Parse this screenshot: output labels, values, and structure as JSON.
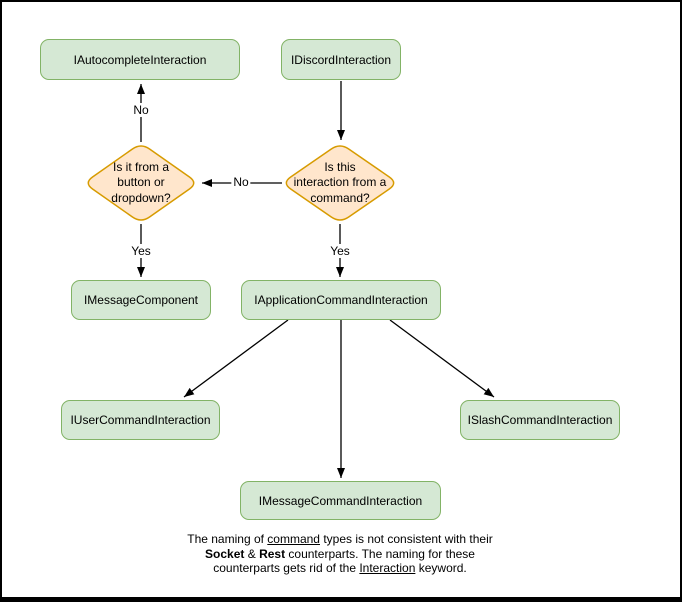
{
  "diagram": {
    "nodes": {
      "autocomplete": {
        "label": "IAutocompleteInteraction"
      },
      "discord": {
        "label": "IDiscordInteraction"
      },
      "message_component": {
        "label": "IMessageComponent"
      },
      "application_command": {
        "label": "IApplicationCommandInteraction"
      },
      "user_command": {
        "label": "IUserCommandInteraction"
      },
      "slash_command": {
        "label": "ISlashCommandInteraction"
      },
      "message_command": {
        "label": "IMessageCommandInteraction"
      }
    },
    "decisions": {
      "button_or_dropdown": {
        "label": "Is it from a\nbutton or\ndropdown?"
      },
      "from_command": {
        "label": "Is this\ninteraction from a\ncommand?"
      }
    },
    "edge_labels": {
      "no_up": "No",
      "no_across": "No",
      "yes_left": "Yes",
      "yes_right": "Yes"
    },
    "edges": [
      {
        "from": "discord",
        "to": "from_command",
        "label": ""
      },
      {
        "from": "from_command",
        "to": "button_or_dropdown",
        "label": "No"
      },
      {
        "from": "button_or_dropdown",
        "to": "autocomplete",
        "label": "No"
      },
      {
        "from": "button_or_dropdown",
        "to": "message_component",
        "label": "Yes"
      },
      {
        "from": "from_command",
        "to": "application_command",
        "label": "Yes"
      },
      {
        "from": "application_command",
        "to": "user_command",
        "label": ""
      },
      {
        "from": "application_command",
        "to": "message_command",
        "label": ""
      },
      {
        "from": "application_command",
        "to": "slash_command",
        "label": ""
      }
    ],
    "colors": {
      "node_fill": "#d5e8d4",
      "node_stroke": "#82b366",
      "decision_fill": "#ffe6cc",
      "decision_stroke": "#d79b00",
      "arrow": "#000000",
      "background": "#ffffff",
      "frame": "#000000"
    }
  },
  "note": {
    "lines": [
      {
        "segments": [
          {
            "text": "The naming of "
          },
          {
            "text": "command",
            "style": "underline"
          },
          {
            "text": " types is not consistent with their"
          }
        ]
      },
      {
        "segments": [
          {
            "text": "Socket",
            "style": "bold"
          },
          {
            "text": " & "
          },
          {
            "text": "Rest",
            "style": "bold"
          },
          {
            "text": " counterparts. The naming for these"
          }
        ]
      },
      {
        "segments": [
          {
            "text": "counterparts gets rid of the "
          },
          {
            "text": "Interaction",
            "style": "underline"
          },
          {
            "text": " keyword."
          }
        ]
      }
    ]
  }
}
